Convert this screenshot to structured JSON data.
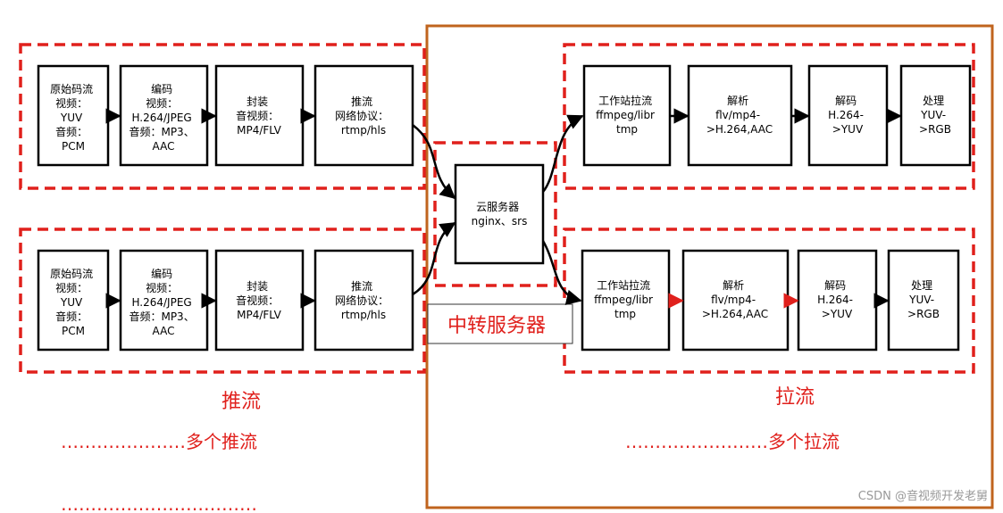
{
  "colors": {
    "dashed_border": "#e0201c",
    "relay_border": "#c0641e",
    "box_border": "#000000",
    "label_red": "#e0201c",
    "watermark": "#999999"
  },
  "push": {
    "row1": [
      [
        "原始码流",
        "视频：",
        "YUV",
        "音频：",
        "PCM"
      ],
      [
        "编码",
        "视频：",
        "H.264/JPEG",
        "音频：MP3、",
        "AAC"
      ],
      [
        "封装",
        "音视频：",
        "MP4/FLV"
      ],
      [
        "推流",
        "网络协议：",
        "rtmp/hls"
      ]
    ],
    "row2": [
      [
        "原始码流",
        "视频：",
        "YUV",
        "音频：",
        "PCM"
      ],
      [
        "编码",
        "视频：",
        "H.264/JPEG",
        "音频：MP3、",
        "AAC"
      ],
      [
        "封装",
        "音视频：",
        "MP4/FLV"
      ],
      [
        "推流",
        "网络协议：",
        "rtmp/hls"
      ]
    ],
    "label": "推流",
    "more": "…………………多个推流",
    "more2": "……………………………"
  },
  "relay": {
    "server": [
      "云服务器",
      "nginx、srs"
    ],
    "label": "中转服务器"
  },
  "pull": {
    "row1": [
      [
        "工作站拉流",
        "ffmpeg/libr",
        "tmp"
      ],
      [
        "解析",
        "flv/mp4-",
        ">H.264,AAC"
      ],
      [
        "解码",
        "H.264-",
        ">YUV"
      ],
      [
        "处理",
        "YUV-",
        ">RGB"
      ]
    ],
    "row2": [
      [
        "工作站拉流",
        "ffmpeg/libr",
        "tmp"
      ],
      [
        "解析",
        "flv/mp4-",
        ">H.264,AAC"
      ],
      [
        "解码",
        "H.264-",
        ">YUV"
      ],
      [
        "处理",
        "YUV-",
        ">RGB"
      ]
    ],
    "label": "拉流",
    "more": "……………………多个拉流"
  },
  "watermark": "CSDN @音视频开发老舅"
}
